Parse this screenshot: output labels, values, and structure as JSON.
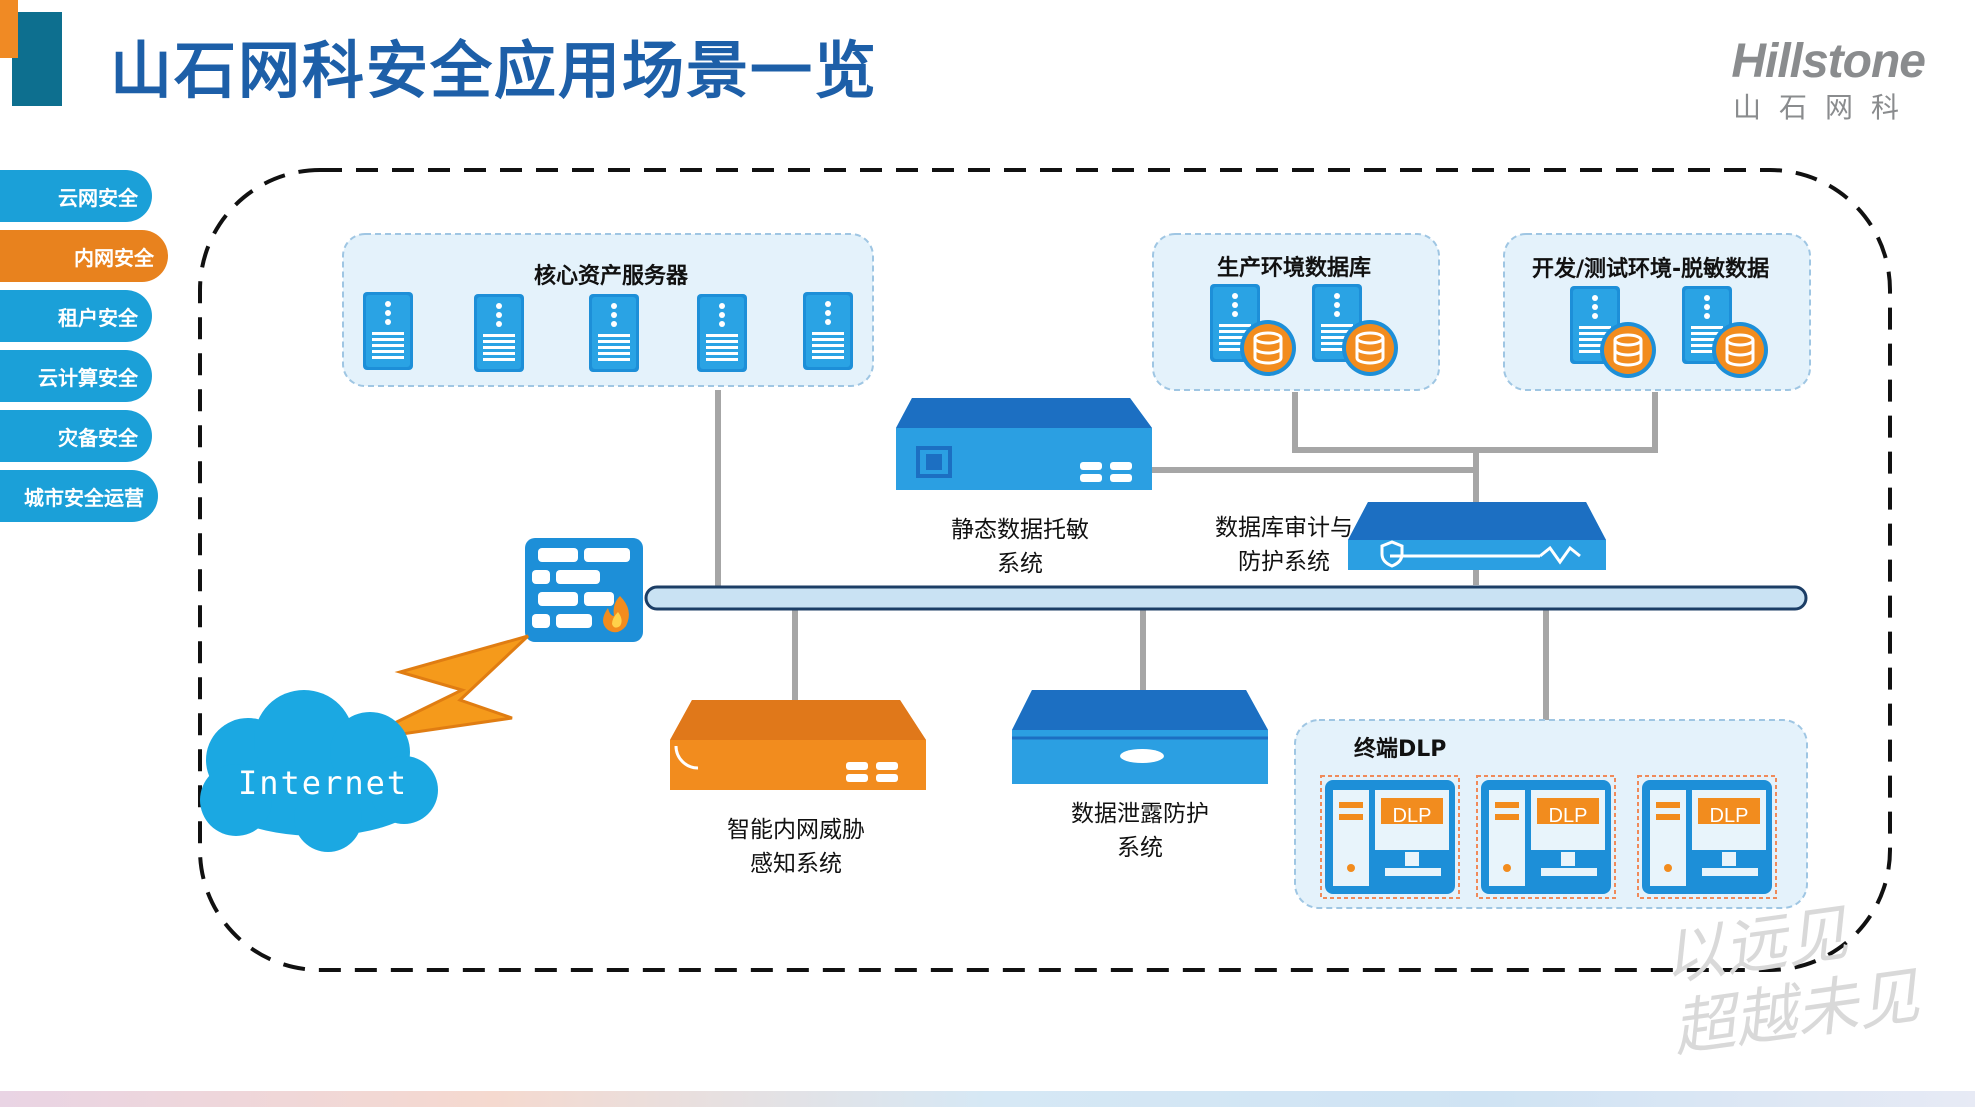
{
  "header": {
    "title": "山石网科安全应用场景一览",
    "logo_text": "Hillstone",
    "logo_sub": "山石网科"
  },
  "sidebar": {
    "items": [
      {
        "label": "云网安全",
        "active": false
      },
      {
        "label": "内网安全",
        "active": true
      },
      {
        "label": "租户安全",
        "active": false
      },
      {
        "label": "云计算安全",
        "active": false
      },
      {
        "label": "灾备安全",
        "active": false
      },
      {
        "label": "城市安全运营",
        "active": false
      }
    ]
  },
  "diagram": {
    "core_servers": "核心资产服务器",
    "prod_db": "生产环境数据库",
    "dev_db": "开发/测试环境-脱敏数据",
    "static_mask_l1": "静态数据托敏",
    "static_mask_l2": "系统",
    "db_audit_l1": "数据库审计与",
    "db_audit_l2": "防护系统",
    "threat_l1": "智能内网威胁",
    "threat_l2": "感知系统",
    "dlp_sys_l1": "数据泄露防护",
    "dlp_sys_l2": "系统",
    "terminal_dlp": "终端DLP",
    "dlp_tag": "DLP",
    "internet": "Internet"
  },
  "watermark": {
    "line1": "以远见",
    "line2": "超越未见"
  },
  "colors": {
    "title": "#1d5fa8",
    "accent_orange": "#e8821e",
    "accent_blue": "#1ba0d8",
    "panel_fill": "#e4f2fb",
    "device_blue": "#1f8fd6"
  }
}
